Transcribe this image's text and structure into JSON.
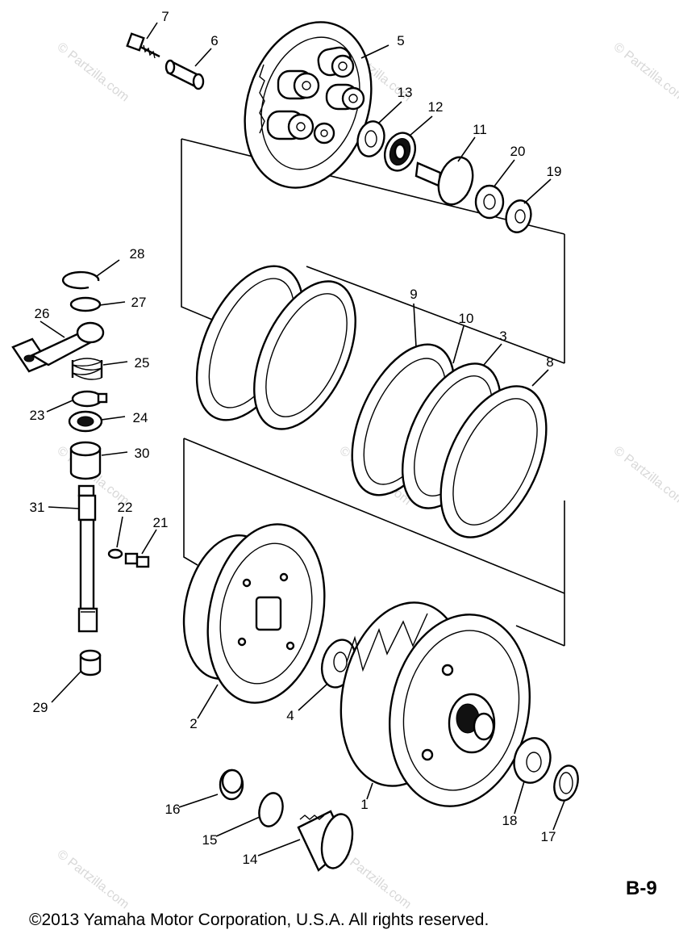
{
  "diagram": {
    "page_code": "B-9",
    "copyright": "©2013  Yamaha Motor Corporation, U.S.A. All rights reserved.",
    "watermark": "© Partzilla.com",
    "part_labels": [
      "1",
      "2",
      "3",
      "4",
      "5",
      "6",
      "7",
      "8",
      "9",
      "10",
      "11",
      "12",
      "13",
      "14",
      "15",
      "16",
      "17",
      "18",
      "19",
      "20",
      "21",
      "22",
      "23",
      "24",
      "25",
      "26",
      "27",
      "28",
      "29",
      "30",
      "31"
    ]
  }
}
